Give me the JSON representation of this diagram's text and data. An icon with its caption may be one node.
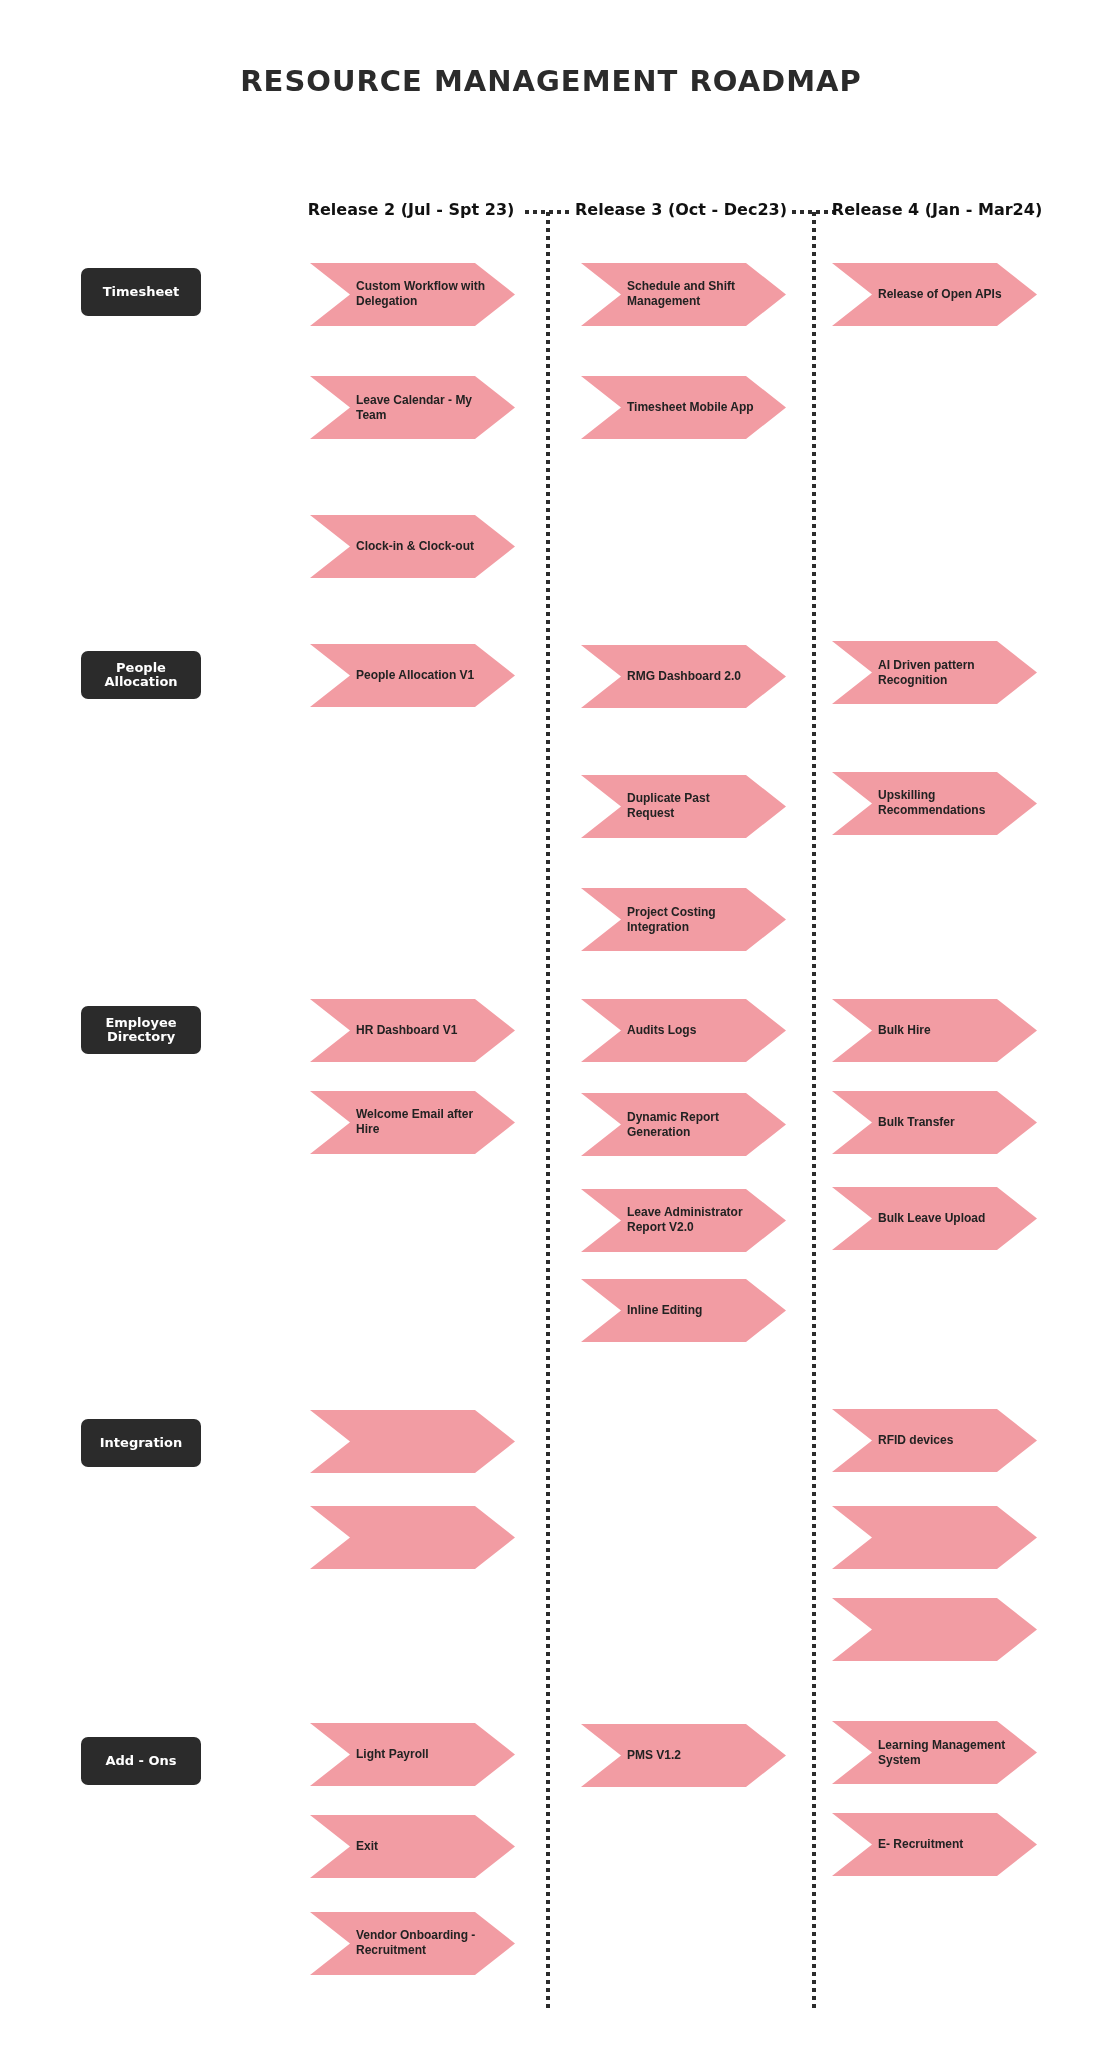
{
  "diagram": {
    "title": "RESOURCE MANAGEMENT ROADMAP",
    "nodes": [
      {
        "text": [
          "Timesheet"
        ]
      },
      {
        "text": [
          "Custom Workflow with Delegation"
        ]
      },
      {
        "text": [
          "Schedule and Shift Management"
        ]
      },
      {
        "text": [
          "Release of Open APIs"
        ]
      },
      {
        "text": [
          "Leave Calendar - My Team"
        ]
      },
      {
        "text": [
          "Timesheet Mobile App"
        ]
      },
      {
        "text": [
          "Clock-in & Clock-out"
        ]
      },
      {
        "text": [
          "People Allocation"
        ]
      },
      {
        "text": [
          "People Allocation V1"
        ]
      },
      {
        "text": [
          "RMG Dashboard 2.0"
        ]
      },
      {
        "text": [
          "AI Driven pattern Recognition"
        ]
      },
      {
        "text": [
          "Duplicate Past Request"
        ]
      },
      {
        "text": [
          "Upskilling Recommendations"
        ]
      },
      {
        "text": [
          "Project Costing Integration"
        ]
      },
      {
        "text": [
          "Employee Directory"
        ]
      },
      {
        "text": [
          "HR Dashboard V1"
        ]
      },
      {
        "text": [
          "Audits Logs"
        ]
      },
      {
        "text": [
          "Bulk Hire"
        ]
      },
      {
        "text": [
          "Welcome Email after Hire"
        ]
      },
      {
        "text": [
          "Dynamic Report Generation"
        ]
      },
      {
        "text": [
          "Bulk Transfer"
        ]
      },
      {
        "text": [
          "Leave Administrator Report V2.0"
        ]
      },
      {
        "text": [
          "Bulk Leave Upload"
        ]
      },
      {
        "text": [
          "Inline Editing"
        ]
      },
      {
        "text": [
          "Integration"
        ]
      },
      {
        "text": [],
        "shape": "chevron"
      },
      {
        "text": [
          "RFID devices"
        ]
      },
      {
        "text": [],
        "shape": "chevron"
      },
      {
        "text": [],
        "shape": "chevron"
      },
      {
        "text": [],
        "shape": "chevron"
      },
      {
        "text": [
          "Add - Ons"
        ]
      },
      {
        "text": [
          "Light Payroll"
        ]
      },
      {
        "text": [
          "PMS V1.2"
        ]
      },
      {
        "text": [
          "Learning Management System"
        ]
      },
      {
        "text": [
          "Exit"
        ]
      },
      {
        "text": [
          "E- Recruitment"
        ]
      },
      {
        "text": [
          "Vendor Onboarding - Recruitment"
        ]
      }
    ],
    "labels": [
      "Release 2 (Jul - Spt 23)",
      "Release 3 (Oct - Dec23)",
      "Release 4 (Jan - Mar24)"
    ]
  }
}
